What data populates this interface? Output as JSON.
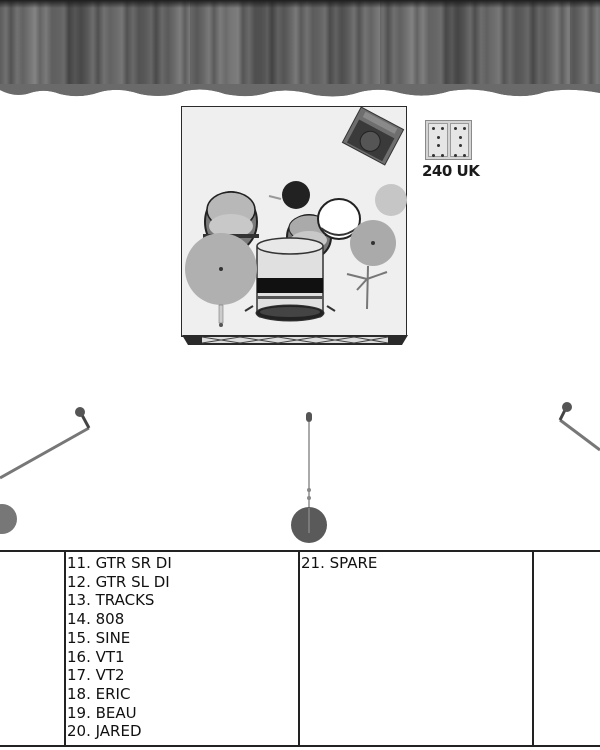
{
  "stage": {
    "curtain": {
      "label": "upstage-curtain",
      "color": "#666666"
    },
    "drum_riser": {
      "elements": [
        "kick-drum",
        "snare-drum",
        "rack-tom",
        "floor-tom",
        "hi-hat",
        "ride-cymbal",
        "crash-cymbal",
        "splash-cymbal",
        "china-cymbal",
        "drum-throne",
        "wedge-monitor"
      ]
    },
    "power": {
      "label": "240 UK",
      "icon": "uk-double-socket-icon"
    },
    "microphones": [
      {
        "position": "stage-left",
        "type": "boom-mic-stand"
      },
      {
        "position": "center",
        "type": "straight-mic-stand"
      },
      {
        "position": "stage-right",
        "type": "boom-mic-stand"
      }
    ]
  },
  "input_list": {
    "columns": [
      {
        "items": []
      },
      {
        "items": [
          "11. GTR SR DI",
          "12. GTR SL DI",
          "13. TRACKS",
          "14. 808",
          "15. SINE",
          "16. VT1",
          "17. VT2",
          "18. ERIC",
          "19. BEAU",
          "20. JARED"
        ]
      },
      {
        "items": [
          "21. SPARE"
        ]
      },
      {
        "items": []
      }
    ]
  },
  "colors": {
    "background": "#ffffff",
    "riser_fill": "#efefef",
    "line": "#222222",
    "text": "#111111"
  }
}
